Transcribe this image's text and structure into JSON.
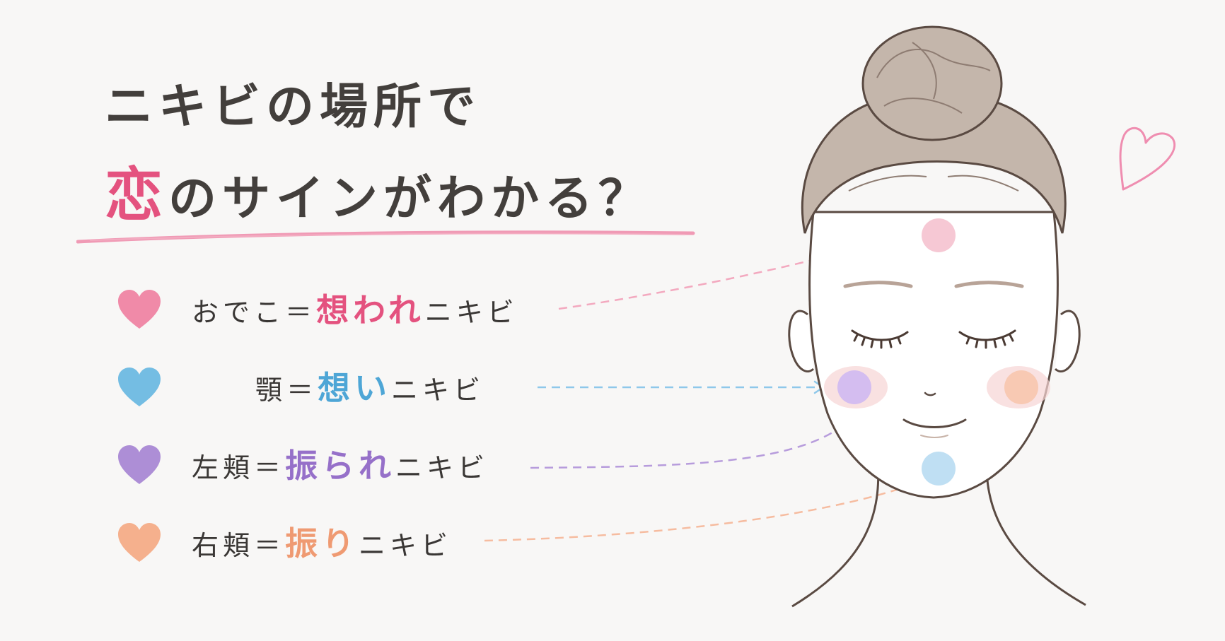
{
  "title": {
    "line1": "ニキビの場所で",
    "line2_accent": "恋",
    "line2_rest": "のサインがわかる？"
  },
  "items": [
    {
      "place": "おでこ",
      "eq": "＝",
      "highlight": "想われ",
      "suffix": "ニキビ",
      "color": "#f08aa8"
    },
    {
      "place": "顎",
      "eq": "＝",
      "highlight": "想い",
      "suffix": "ニキビ",
      "color": "#74bde3"
    },
    {
      "place": "左頬",
      "eq": "＝",
      "highlight": "振られ",
      "suffix": "ニキビ",
      "color": "#ad8ed6"
    },
    {
      "place": "右頬",
      "eq": "＝",
      "highlight": "振り",
      "suffix": "ニキビ",
      "color": "#f5b08d"
    }
  ],
  "colors": {
    "accent_pink": "#e4527f",
    "underline": "#f09ab5",
    "hair": "#c4b6ab",
    "line": "#5a4a42",
    "heart_outline": "#ef8db0"
  }
}
